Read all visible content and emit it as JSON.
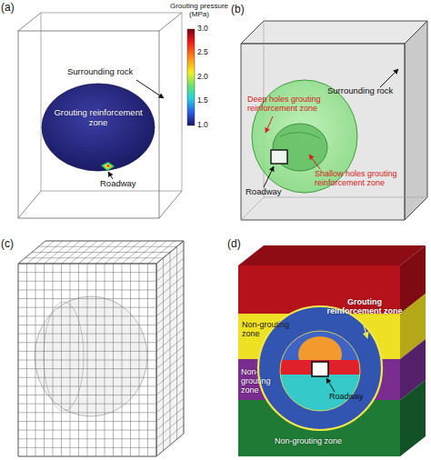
{
  "diagram": {
    "labels": [
      "(a)",
      "Grouting pressure (MPa)",
      "3.0",
      "2.5",
      "2.0",
      "1.5",
      "1.0",
      "Surrounding rock",
      "Grouting reinforcement zone",
      "Roadway",
      "(b)",
      "Surrounding rock",
      "Deep holes grouting reinforcement zone",
      "Roadway",
      "Shallow holes grouting reinforcement zone",
      "(c)",
      "(d)",
      "Grouting reinforcement zone",
      "Non-grouting zone",
      "Non-grouting zone",
      "Non-grouting zone",
      "Roadway"
    ]
  }
}
